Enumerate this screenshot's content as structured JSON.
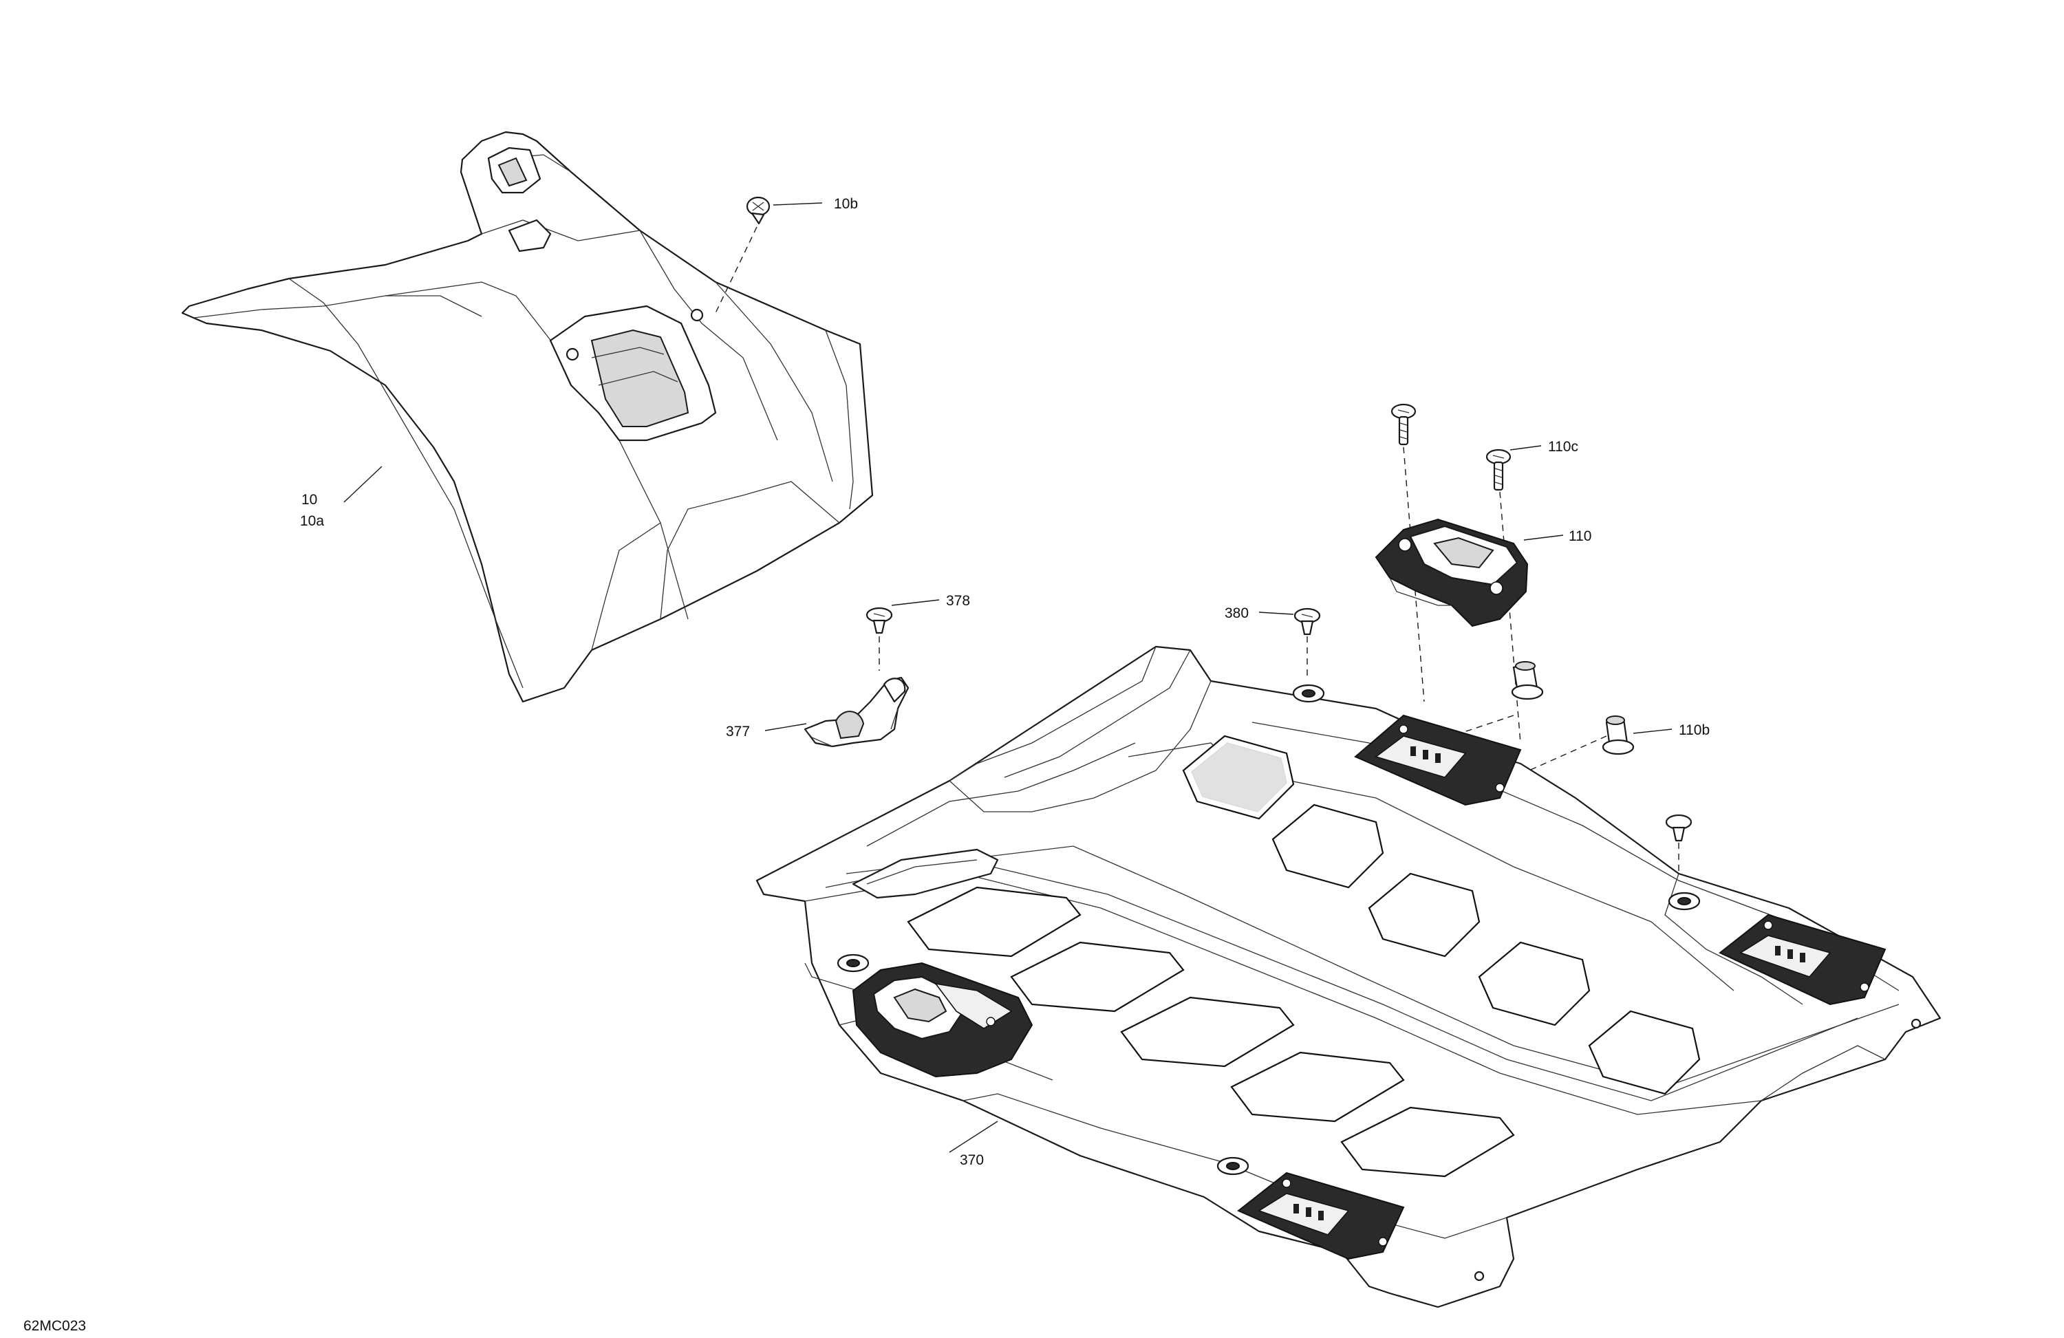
{
  "diagram": {
    "drawing_id": "62MC023",
    "callouts": {
      "c10": "10",
      "c10a": "10a",
      "c10b": "10b",
      "c110c": "110c",
      "c110": "110",
      "c110b": "110b",
      "c378": "378",
      "c377": "377",
      "c380": "380",
      "c370": "370"
    },
    "line_color": "#1a1a1a",
    "background": "#ffffff"
  }
}
